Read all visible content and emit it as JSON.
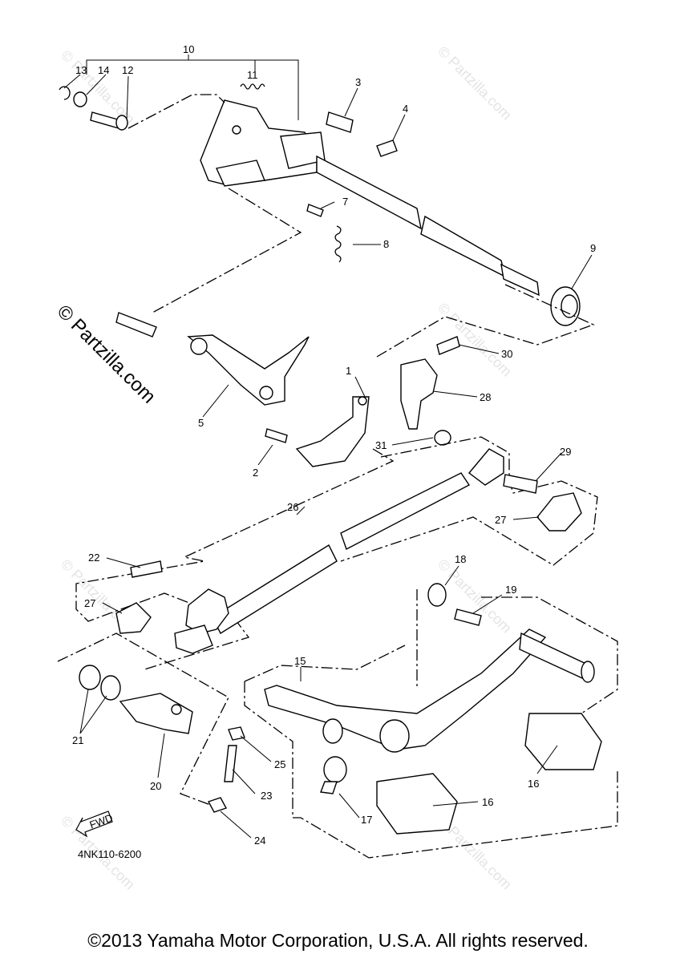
{
  "diagram": {
    "part_code": "4NK110-6200",
    "fwd_label": "FWD",
    "watermark_main": "© Partzilla.com",
    "watermark_faint": "© Partzilla.com",
    "callouts": [
      "1",
      "2",
      "3",
      "4",
      "5",
      "7",
      "8",
      "9",
      "10",
      "11",
      "12",
      "13",
      "14",
      "15",
      "16",
      "16",
      "17",
      "18",
      "19",
      "20",
      "21",
      "22",
      "23",
      "24",
      "25",
      "26",
      "27",
      "27",
      "28",
      "29",
      "30",
      "31"
    ]
  },
  "footer": {
    "copyright": "©2013 Yamaha Motor Corporation, U.S.A. All rights reserved."
  }
}
